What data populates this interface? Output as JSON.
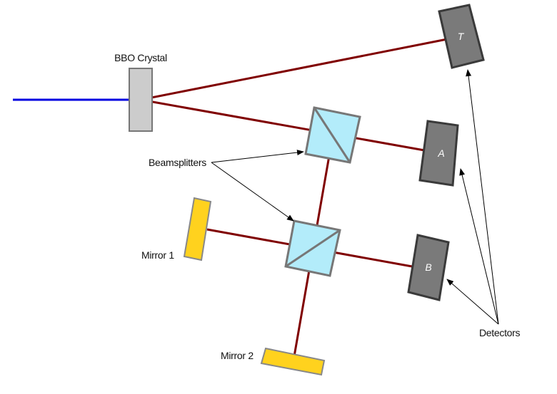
{
  "labels": {
    "crystal": "BBO Crystal",
    "beamsplitters": "Beamsplitters",
    "mirror1": "Mirror 1",
    "mirror2": "Mirror 2",
    "detectors": "Detectors"
  },
  "detectors": {
    "t": "T",
    "a": "A",
    "b": "B"
  },
  "colors": {
    "pump_beam": "#0000e0",
    "photon_beam": "#800000",
    "crystal_fill": "#cccccc",
    "crystal_stroke": "#777777",
    "splitter_fill": "#b3ecfa",
    "splitter_stroke": "#777777",
    "mirror_fill": "#ffd21e",
    "mirror_stroke": "#888888",
    "detector_fill": "#7a7a7a",
    "detector_stroke": "#3a3a3a"
  }
}
